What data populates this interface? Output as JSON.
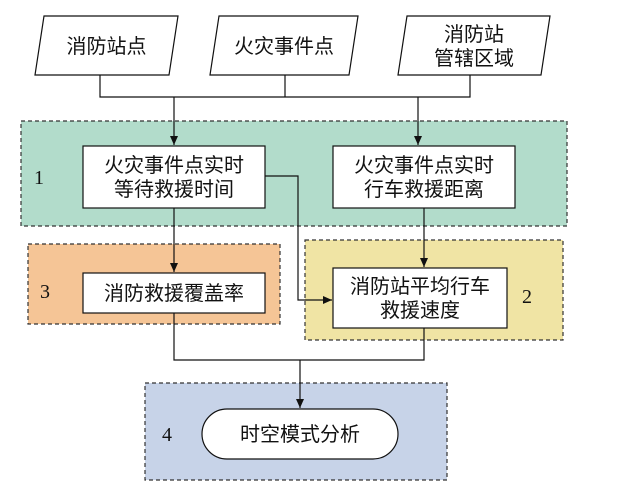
{
  "inputs": {
    "fire_station": "消防站点",
    "fire_incident": "火灾事件点",
    "station_area": "消防站\n管辖区域"
  },
  "groups": {
    "g1": {
      "number": "1",
      "color": "#b2dccb"
    },
    "g2": {
      "number": "2",
      "color": "#f0e4a4"
    },
    "g3": {
      "number": "3",
      "color": "#f5c596"
    },
    "g4": {
      "number": "4",
      "color": "#c7d3e8"
    }
  },
  "processes": {
    "wait_time": "火灾事件点实时\n等待救援时间",
    "drive_distance": "火灾事件点实时\n行车救援距离",
    "coverage": "消防救援覆盖率",
    "avg_speed": "消防站平均行车\n救援速度"
  },
  "output": {
    "analysis": "时空模式分析"
  }
}
